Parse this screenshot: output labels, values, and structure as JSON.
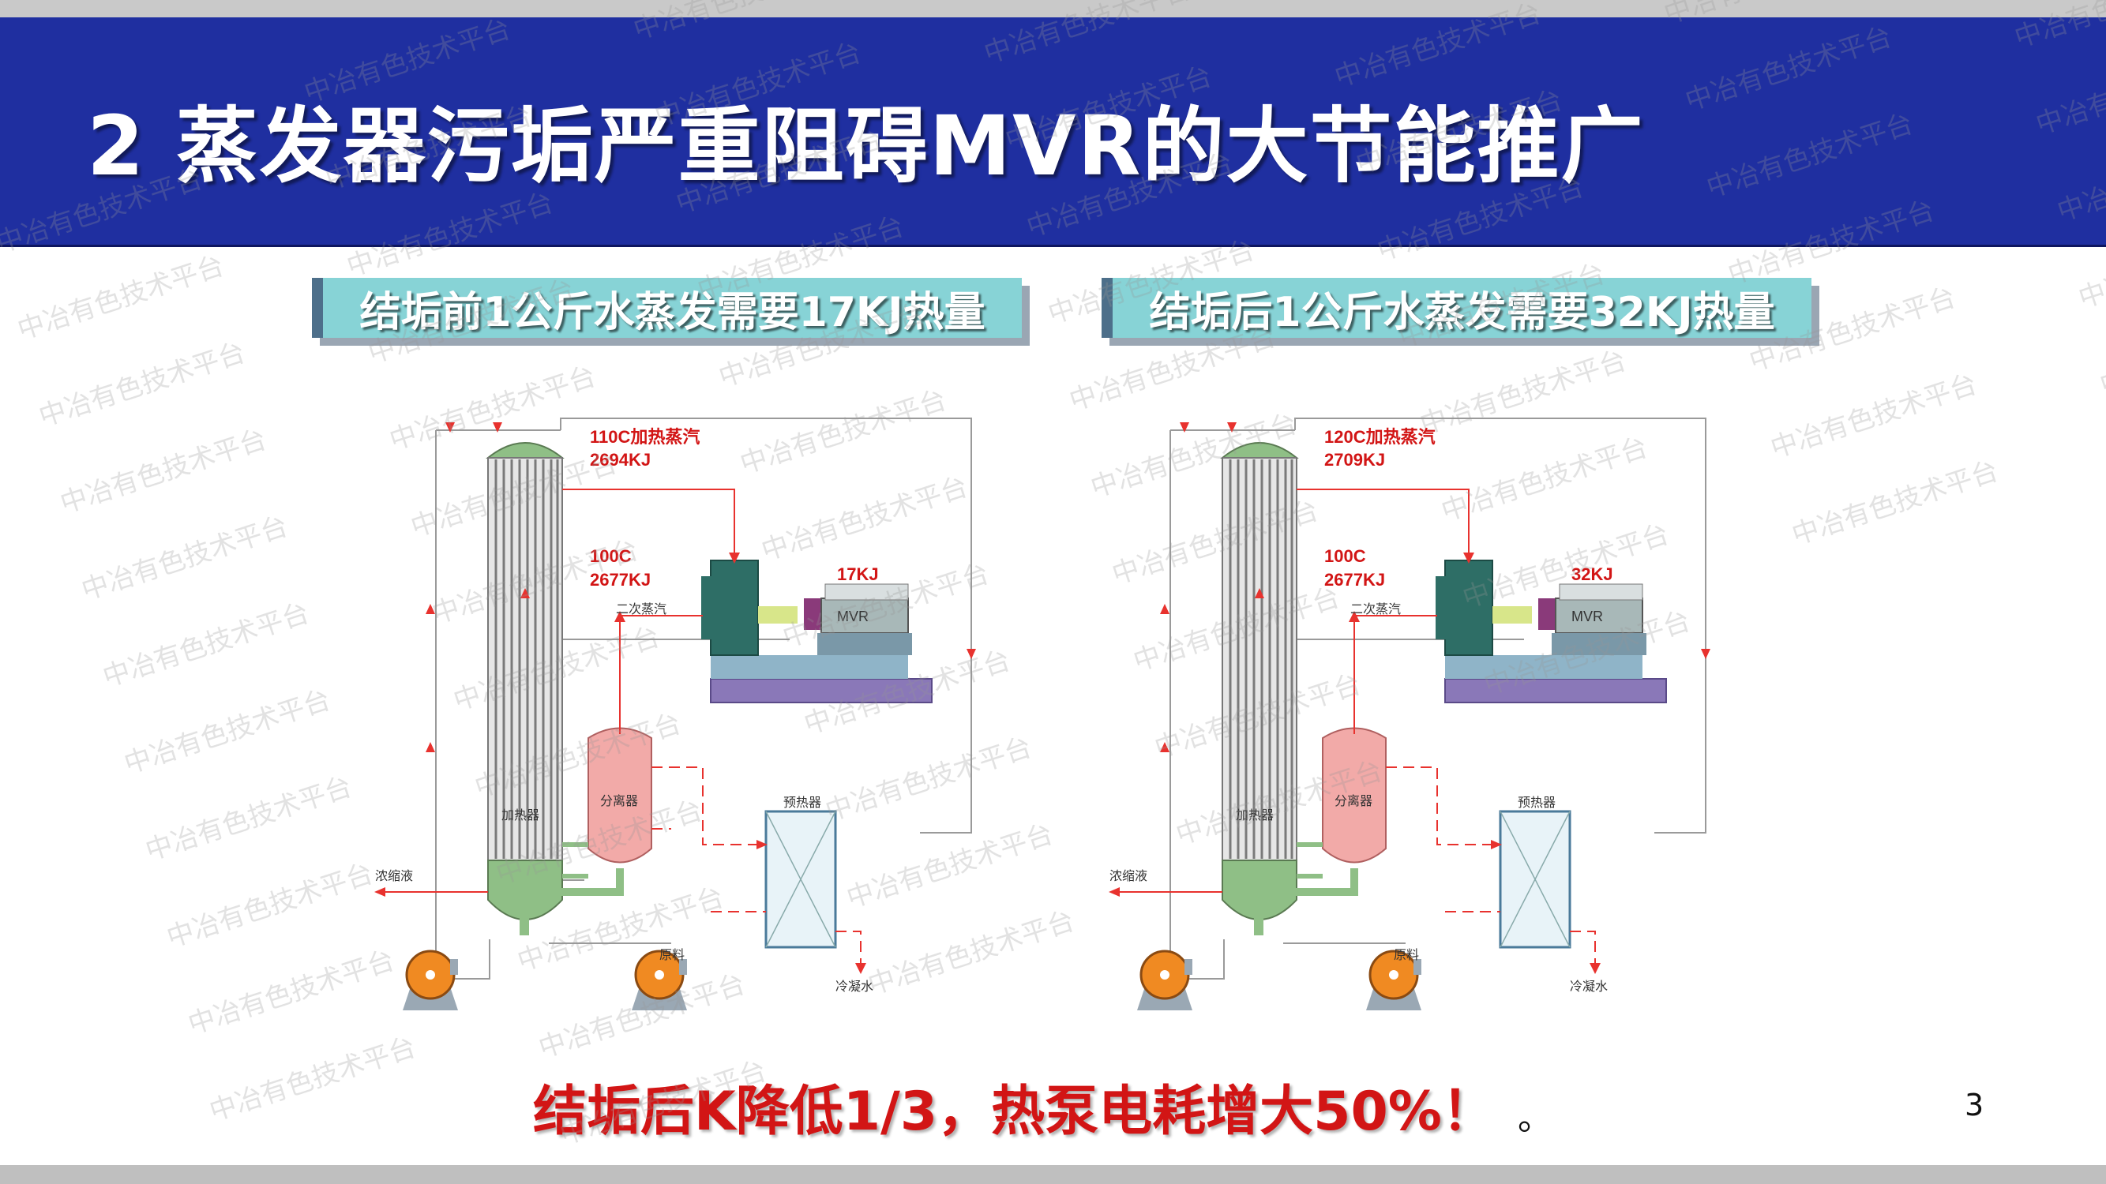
{
  "header": {
    "title": "2 蒸发器污垢严重阻碍MVR的大节能推广"
  },
  "left_panel": {
    "label": "结垢前1公斤水蒸发需要17KJ热量",
    "steam_line1": "110C加热蒸汽",
    "steam_line2": "2694KJ",
    "vapor_line1": "100C",
    "vapor_line2": "2677KJ",
    "mvr_energy": "17KJ"
  },
  "right_panel": {
    "label": "结垢后1公斤水蒸发需要32KJ热量",
    "steam_line1": "120C加热蒸汽",
    "steam_line2": "2709KJ",
    "vapor_line1": "100C",
    "vapor_line2": "2677KJ",
    "mvr_energy": "32KJ"
  },
  "diagram_labels": {
    "secondary_steam": "二次蒸汽",
    "mvr": "MVR",
    "heater": "加热器",
    "separator": "分离器",
    "preheater": "预热器",
    "concentrate": "浓缩液",
    "raw_material": "原料",
    "condensate": "冷凝水"
  },
  "footer": {
    "note": "结垢后K降低1/3，热泵电耗增大50%！",
    "dot": "。",
    "page_number": "3"
  },
  "watermark": "中冶有色技术平台",
  "colors": {
    "header_bg": "#1f2fa0",
    "label_bg": "#87d3d6",
    "accent_red": "#d21515",
    "flow_red": "#e8322e"
  }
}
